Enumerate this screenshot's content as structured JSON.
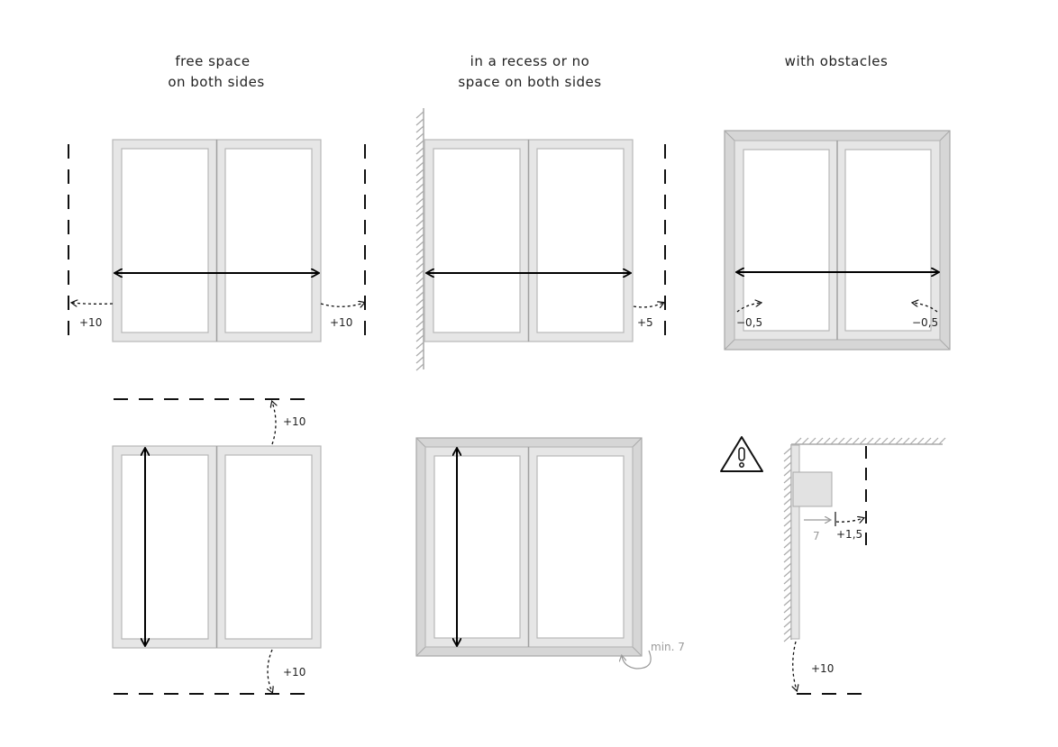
{
  "headers": {
    "free_space": [
      "free space",
      "on both sides"
    ],
    "recess": [
      "in a recess or no",
      "space on both sides"
    ],
    "obstacles": "with obstacles"
  },
  "labels": {
    "free_left": "+10",
    "free_right": "+10",
    "recess_right": "+5",
    "obst_left": "−0,5",
    "obst_right": "−0,5",
    "height_top": "+10",
    "height_bottom": "+10",
    "min": "min. 7",
    "detail_a": "7",
    "detail_b": "+1,5",
    "detail_bottom": "+10"
  },
  "icons": {
    "warning": "warning-icon"
  }
}
